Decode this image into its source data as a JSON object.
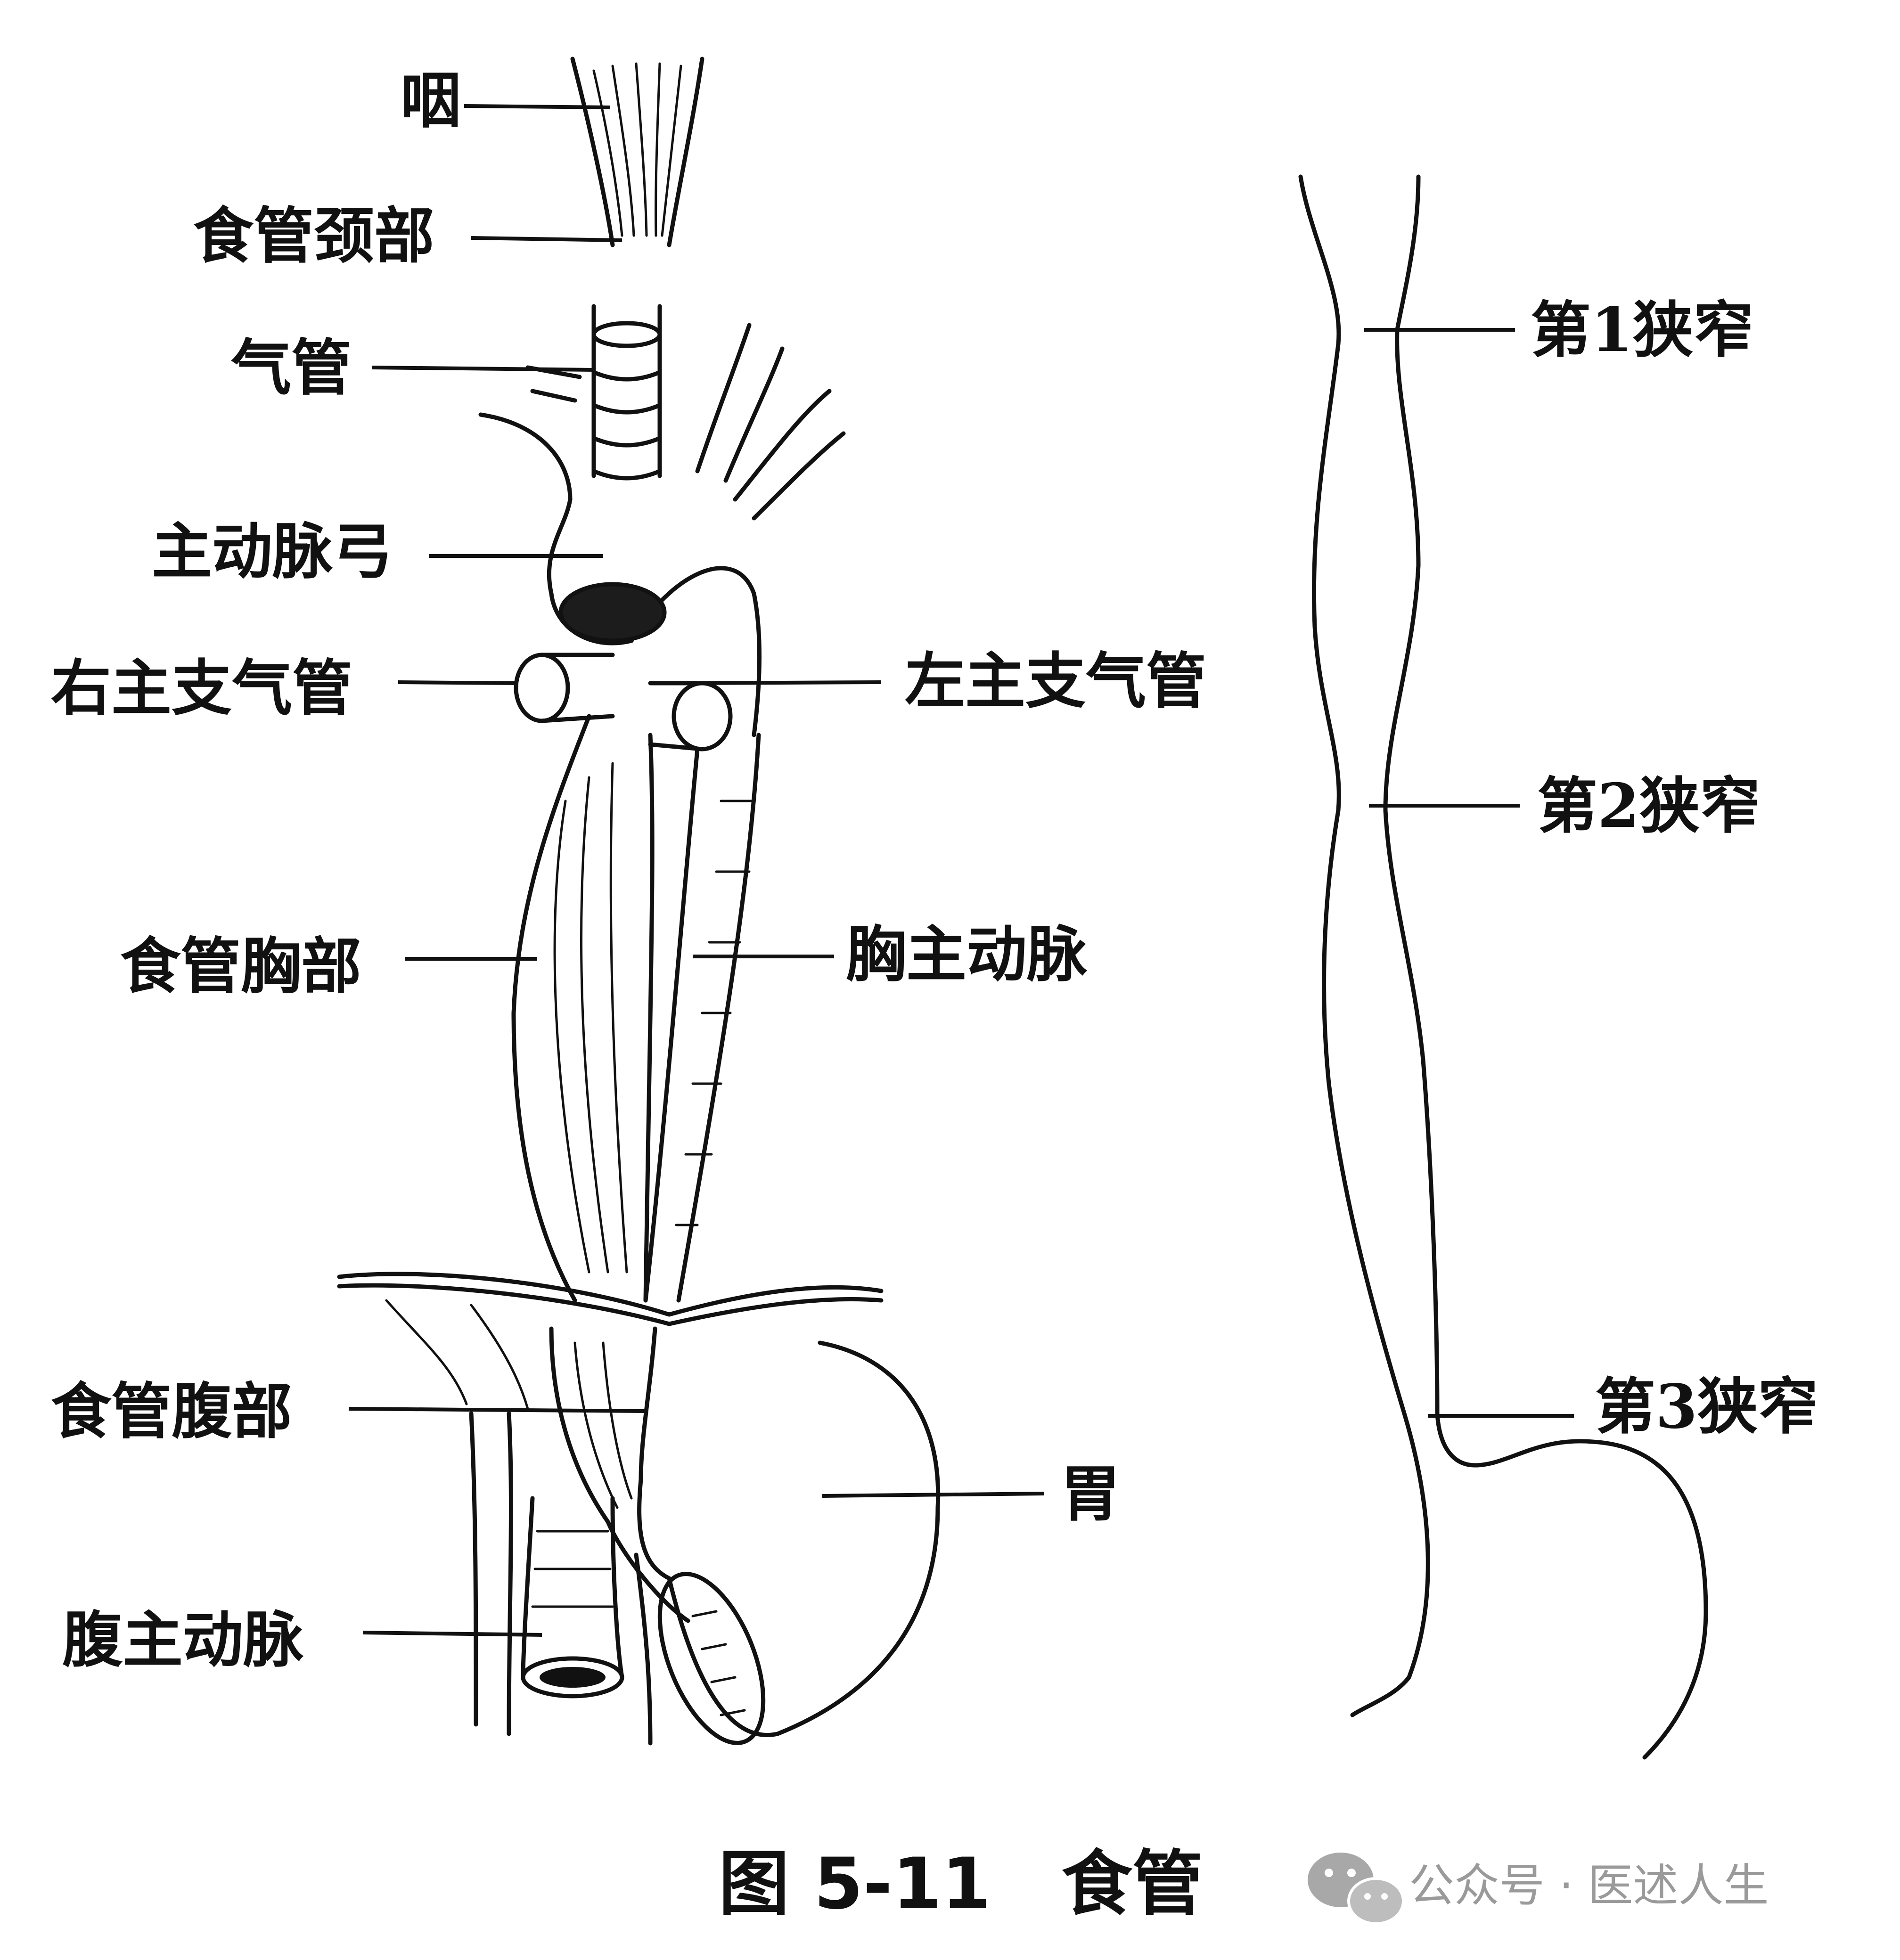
{
  "labels": {
    "pharynx": "咽",
    "cervical_esophagus": "食管颈部",
    "trachea": "气管",
    "aortic_arch": "主动脉弓",
    "right_main_bronchus": "右主支气管",
    "left_main_bronchus": "左主支气管",
    "thoracic_esophagus": "食管胸部",
    "thoracic_aorta": "胸主动脉",
    "abdominal_esophagus": "食管腹部",
    "stomach": "胃",
    "abdominal_aorta": "腹主动脉"
  },
  "constrictions": {
    "first": "第1狭窄",
    "second": "第2狭窄",
    "third": "第3狭窄"
  },
  "caption": "图 5-11　食管",
  "watermark": {
    "icon": "wechat-icon",
    "text": "公众号 · 医述人生"
  }
}
